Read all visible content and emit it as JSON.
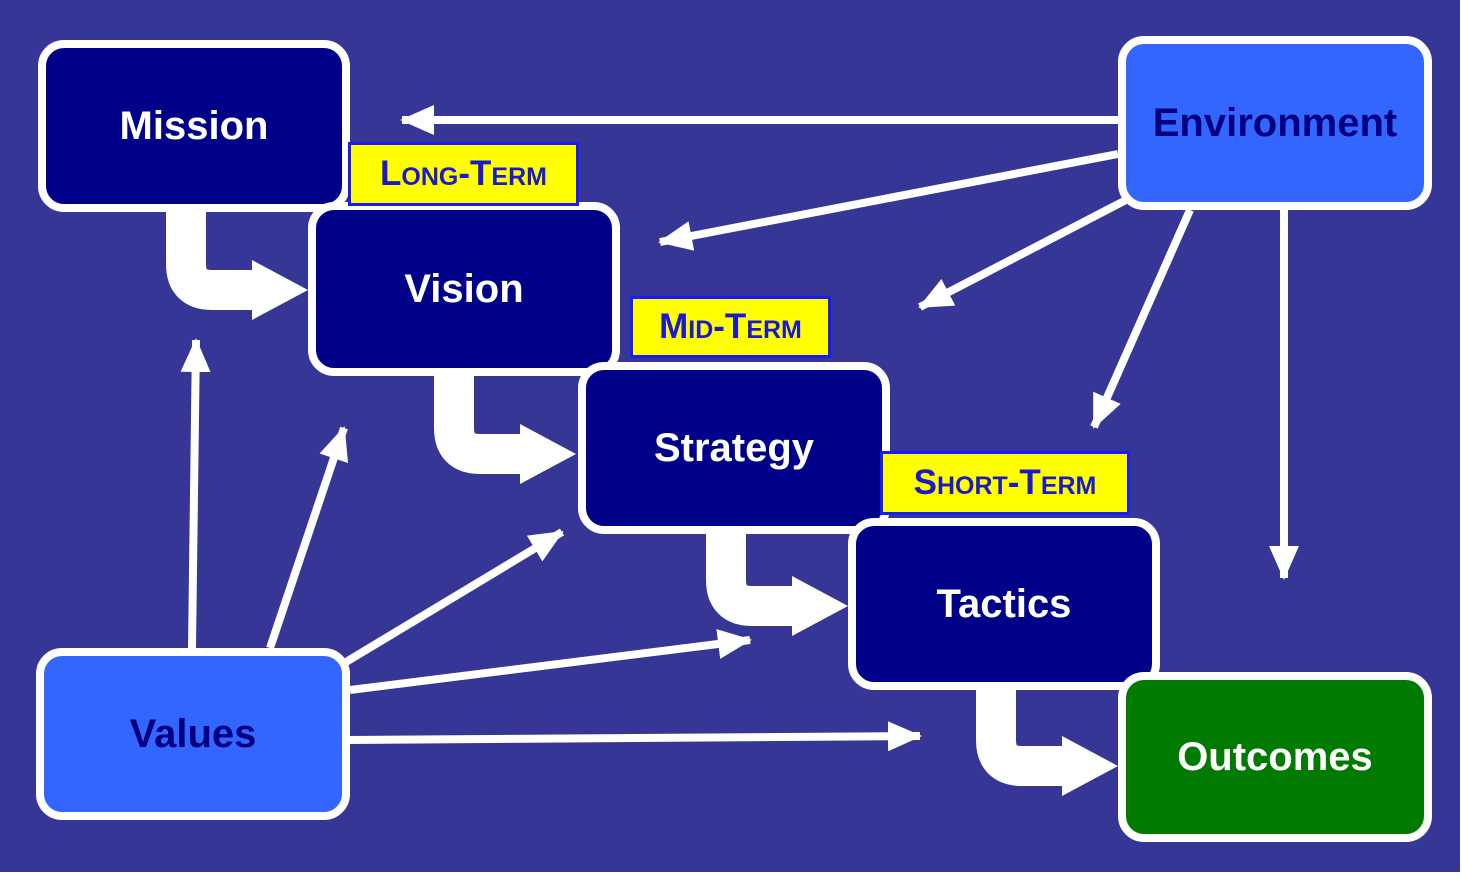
{
  "colors": {
    "background": "#363696",
    "core_box": "#000088",
    "input_box": "#3366ff",
    "outcome_box": "#007a00",
    "term_label_bg": "#ffff00",
    "arrow": "#ffffff"
  },
  "boxes": {
    "mission": "Mission",
    "vision": "Vision",
    "strategy": "Strategy",
    "tactics": "Tactics",
    "environment": "Environment",
    "values": "Values",
    "outcomes": "Outcomes"
  },
  "terms": {
    "long": "Long-Term",
    "mid": "Mid-Term",
    "short": "Short-Term"
  },
  "flow": [
    {
      "from": "Mission",
      "to": "Vision",
      "kind": "hierarchy"
    },
    {
      "from": "Vision",
      "to": "Strategy",
      "kind": "hierarchy"
    },
    {
      "from": "Strategy",
      "to": "Tactics",
      "kind": "hierarchy"
    },
    {
      "from": "Tactics",
      "to": "Outcomes",
      "kind": "hierarchy"
    },
    {
      "from": "Environment",
      "to": "Mission",
      "kind": "influence"
    },
    {
      "from": "Environment",
      "to": "Vision",
      "kind": "influence"
    },
    {
      "from": "Environment",
      "to": "Strategy",
      "kind": "influence"
    },
    {
      "from": "Environment",
      "to": "Tactics",
      "kind": "influence"
    },
    {
      "from": "Environment",
      "to": "Outcomes",
      "kind": "influence"
    },
    {
      "from": "Values",
      "to": "Mission",
      "kind": "influence"
    },
    {
      "from": "Values",
      "to": "Vision",
      "kind": "influence"
    },
    {
      "from": "Values",
      "to": "Strategy",
      "kind": "influence"
    },
    {
      "from": "Values",
      "to": "Tactics",
      "kind": "influence"
    },
    {
      "from": "Values",
      "to": "Outcomes",
      "kind": "influence"
    }
  ]
}
